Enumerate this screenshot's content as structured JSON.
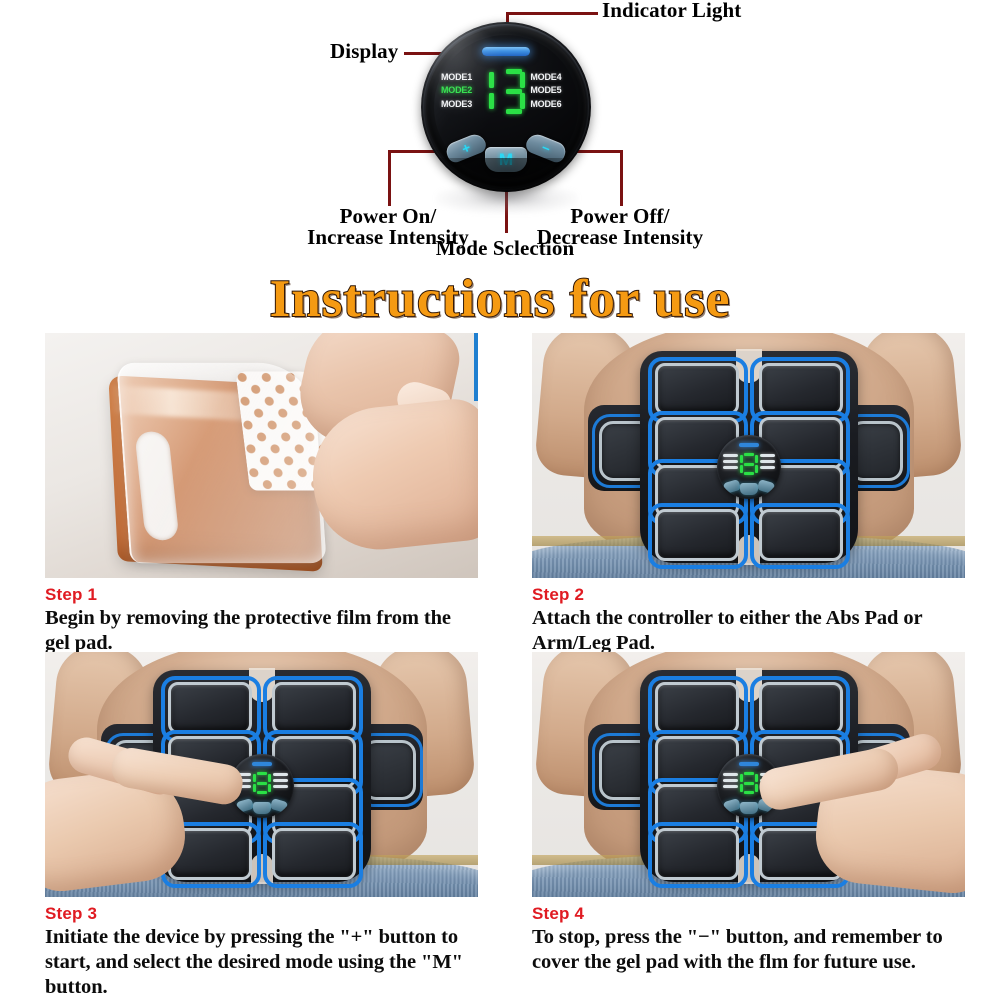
{
  "diagram": {
    "callouts": {
      "indicator_light": "Indicator Light",
      "display": "Display",
      "power_on": "Power On/\nIncrease Intensity",
      "power_on_line1": "Power On/",
      "power_on_line2": "Increase Intensity",
      "mode_selection": "Mode Sclection",
      "power_off_line1": "Power Off/",
      "power_off_line2": "Decrease Intensity"
    },
    "device": {
      "modes_left": [
        "MODE1",
        "MODE2",
        "MODE3"
      ],
      "modes_right": [
        "MODE4",
        "MODE5",
        "MODE6"
      ],
      "active_mode": "MODE2",
      "display_value": "8",
      "buttons": {
        "increase": "+",
        "mode": "M",
        "decrease": "−"
      },
      "colors": {
        "indicator": "#3f92e4",
        "display_green": "#2be046",
        "button_cyan": "#2ad8f5",
        "mode_active_green": "#2fe04a",
        "body_black": "#0c0d10"
      }
    },
    "leader_color": "#7a1212"
  },
  "title": "Instructions for use",
  "title_colors": {
    "fill": "#F59A12",
    "outline": "#2d1505"
  },
  "steps": [
    {
      "label": "Step 1",
      "text": "Begin by removing the protective film from the gel pad.",
      "photo": "hand-peeling-protective-film-from-copper-gel-pad"
    },
    {
      "label": "Step 2",
      "text": "Attach the controller to either the Abs Pad or Arm/Leg Pad.",
      "photo": "abs-pad-attached-to-torso"
    },
    {
      "label": "Step 3",
      "text": "Initiate the device by pressing the \"+\" button to start, and select the desired mode using the \"M\" button.",
      "photo": "left-hand-pressing-controller-on-abs-pad"
    },
    {
      "label": "Step 4",
      "text": "To stop, press the \"−\" button, and remember to cover the gel pad with the flm for future use.",
      "photo": "right-hand-pressing-controller-on-abs-pad"
    }
  ],
  "step_label_color": "#e01b22"
}
